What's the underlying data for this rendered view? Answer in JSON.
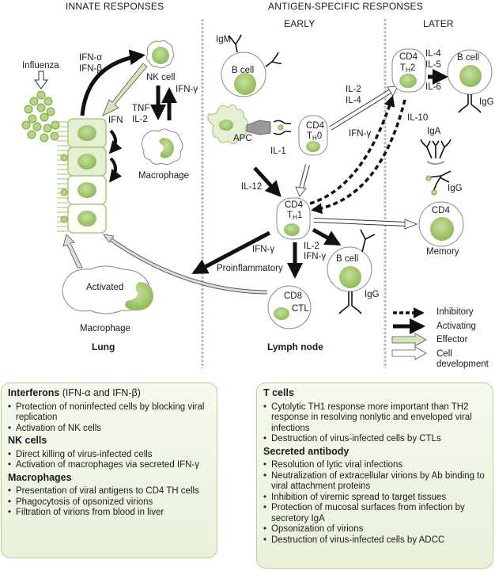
{
  "headers": {
    "innate": "INNATE RESPONSES",
    "antigen_specific": "ANTIGEN-SPECIFIC RESPONSES",
    "early": "EARLY",
    "later": "LATER"
  },
  "region_labels": {
    "lung": "Lung",
    "lymph_node": "Lymph node"
  },
  "diagram_labels": {
    "influenza": "Influenza",
    "ifn_alpha": "IFN-α",
    "ifn_beta": "IFN-β",
    "ifn": "IFN",
    "nk_cell": "NK cell",
    "ifn_gamma_nk": "IFN-γ",
    "tnf": "TNF",
    "il2_nk": "IL-2",
    "macrophage": "Macrophage",
    "activated": "Activated",
    "macrophage_activated": "Macrophage",
    "igm": "IgM",
    "b_cell_early": "B cell",
    "apc": "APC",
    "il1": "IL-1",
    "cd4_th0_a": "CD4",
    "cd4_th0_b": "T",
    "cd4_th0_sub": "H",
    "cd4_th0_c": "0",
    "il2_th0": "IL-2",
    "il4_th0": "IL-4",
    "ifn_gamma_th2": "IFN-γ",
    "il10": "IL-10",
    "il12": "IL-12",
    "cd4_th1_a": "CD4",
    "cd4_th1_b": "T",
    "cd4_th1_sub": "H",
    "cd4_th1_c": "1",
    "ifn_gamma_th1": "IFN-γ",
    "proinflammatory": "Proinflammatory",
    "il2_th1": "IL-2",
    "ifn_gamma_bcell": "IFN-γ",
    "b_cell_th1": "B cell",
    "igg_th1": "IgG",
    "cd8": "CD8",
    "ctl": "CTL",
    "cd4_th2_a": "CD4",
    "cd4_th2_b": "T",
    "cd4_th2_sub": "H",
    "cd4_th2_c": "2",
    "il4_th2": "IL-4",
    "il5_th2": "IL-5",
    "il6_th2": "IL-6",
    "b_cell_later": "B cell",
    "igg_later": "IgG",
    "iga": "IgA",
    "igg_opsonized": "IgG",
    "cd4_memory": "CD4",
    "memory": "Memory"
  },
  "legend": [
    {
      "style": "dashed-black",
      "label": "Inhibitory"
    },
    {
      "style": "solid-black",
      "label": "Activating"
    },
    {
      "style": "green-hollow",
      "label": "Effector"
    },
    {
      "style": "white-hollow",
      "label": "Cell development"
    }
  ],
  "colors": {
    "cell_green": "#9cc463",
    "cell_fill_light": "#e4efd3",
    "box_border": "#b9d28f",
    "divider": "#bbbbbb",
    "effector_green": "#d6e6b9"
  },
  "boxes": {
    "innate": {
      "sections": [
        {
          "title": "Interferons",
          "title_suffix": " (IFN-α and IFN-β)",
          "items": [
            "Protection of noninfected cells by blocking viral replication",
            "Activation of NK cells"
          ]
        },
        {
          "title": "NK cells",
          "title_suffix": "",
          "items": [
            "Direct killing of virus-infected cells",
            "Activation of macrophages via secreted IFN-γ"
          ]
        },
        {
          "title": "Macrophages",
          "title_suffix": "",
          "items": [
            "Presentation of viral antigens to CD4 TH cells",
            "Phagocytosis of opsonized virions",
            "Filtration of virions from blood in liver"
          ]
        }
      ]
    },
    "adaptive": {
      "sections": [
        {
          "title": "T cells",
          "title_suffix": "",
          "items": [
            "Cytolytic TH1 response more important than TH2 response in resolving nonlytic and enveloped viral infections",
            "Destruction of virus-infected cells by CTLs"
          ]
        },
        {
          "title": "Secreted antibody",
          "title_suffix": "",
          "items": [
            "Resolution of lytic viral infections",
            "Neutralization of extracellular virions by Ab binding to viral attachment proteins",
            "Inhibition of viremic spread to target tissues",
            "Protection of mucosal surfaces from infection by secretory IgA",
            "Opsonization of virions",
            "Destruction of virus-infected cells by ADCC"
          ]
        }
      ]
    }
  }
}
